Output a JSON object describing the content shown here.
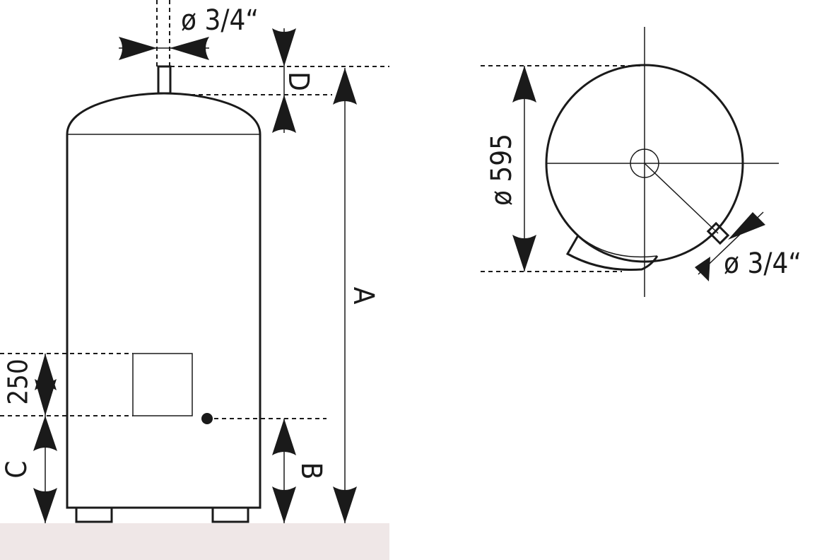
{
  "side_view": {
    "pipe_label": "ø 3/4“",
    "dim_d": "D",
    "dim_a": "A",
    "dim_b": "B",
    "dim_c": "C",
    "dim_250": "250"
  },
  "top_view": {
    "diameter_label": "ø 595",
    "pipe_label": "ø 3/4“"
  },
  "colors": {
    "line": "#1a1a1a",
    "floor": "#efe7e7"
  }
}
